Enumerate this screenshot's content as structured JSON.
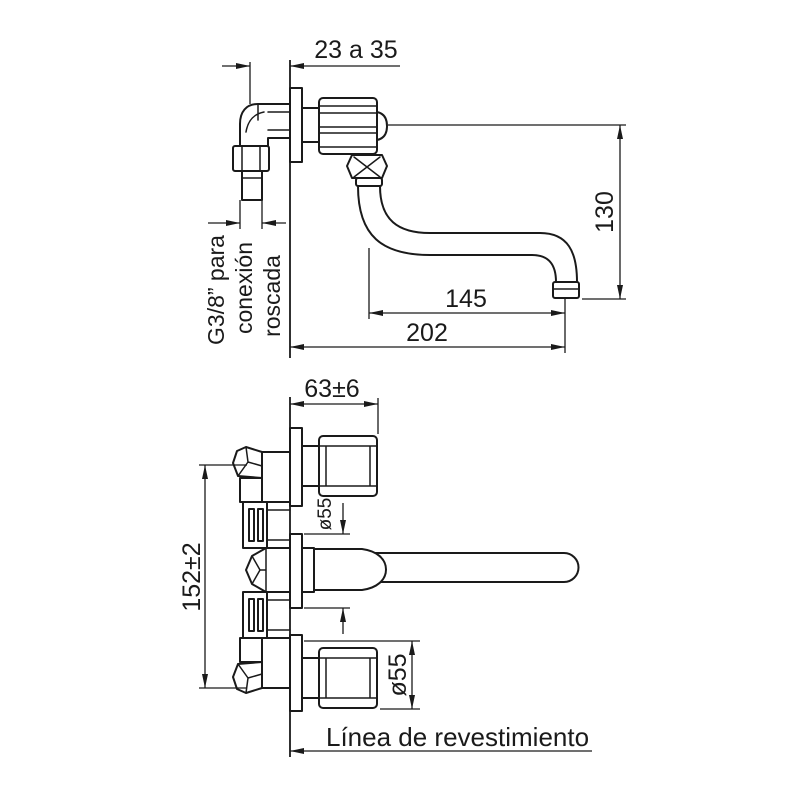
{
  "colors": {
    "line": "#1a1a1a",
    "background": "#ffffff"
  },
  "side_view": {
    "wall_offset_dim": "23 a 35",
    "height_dim": "130",
    "reach_dim": "145",
    "length_dim": "202",
    "connection_note": [
      "G3/8” para",
      "conexión",
      "roscada"
    ]
  },
  "front_view": {
    "handle_projection_dim": "63±6",
    "center_distance_dim": "152±2",
    "escutcheon_dim": "ø55",
    "handle_dim": "ø55",
    "finish_line_label": "Línea de revestimiento"
  }
}
